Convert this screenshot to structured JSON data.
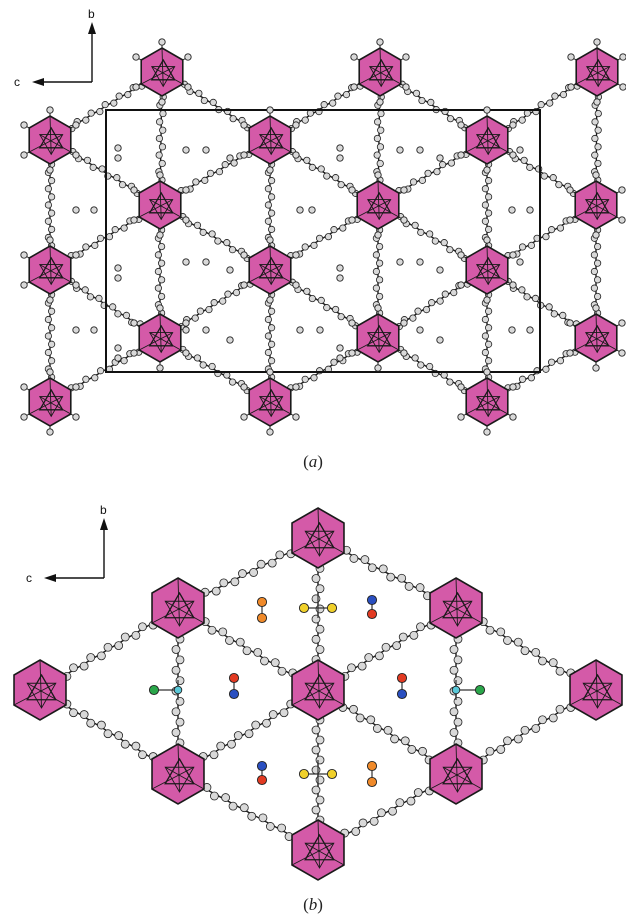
{
  "colors": {
    "polyhedron_fill": "#d45aa8",
    "polyhedron_edge": "#1a1a1a",
    "atom_fill": "#d9d9d9",
    "bond": "#1a1a1a",
    "cell_box": "#111111",
    "oxygen": "#e23a22",
    "orange": "#f08a2a",
    "blue": "#2a4fc0",
    "yellow": "#f0d02a",
    "green": "#2aa64a",
    "cyan": "#5ac8d8"
  },
  "panel_a": {
    "axis_b": "b",
    "axis_c": "c",
    "caption_letter": "a"
  },
  "panel_b": {
    "axis_b": "b",
    "axis_c": "c",
    "caption_letter": "b"
  }
}
